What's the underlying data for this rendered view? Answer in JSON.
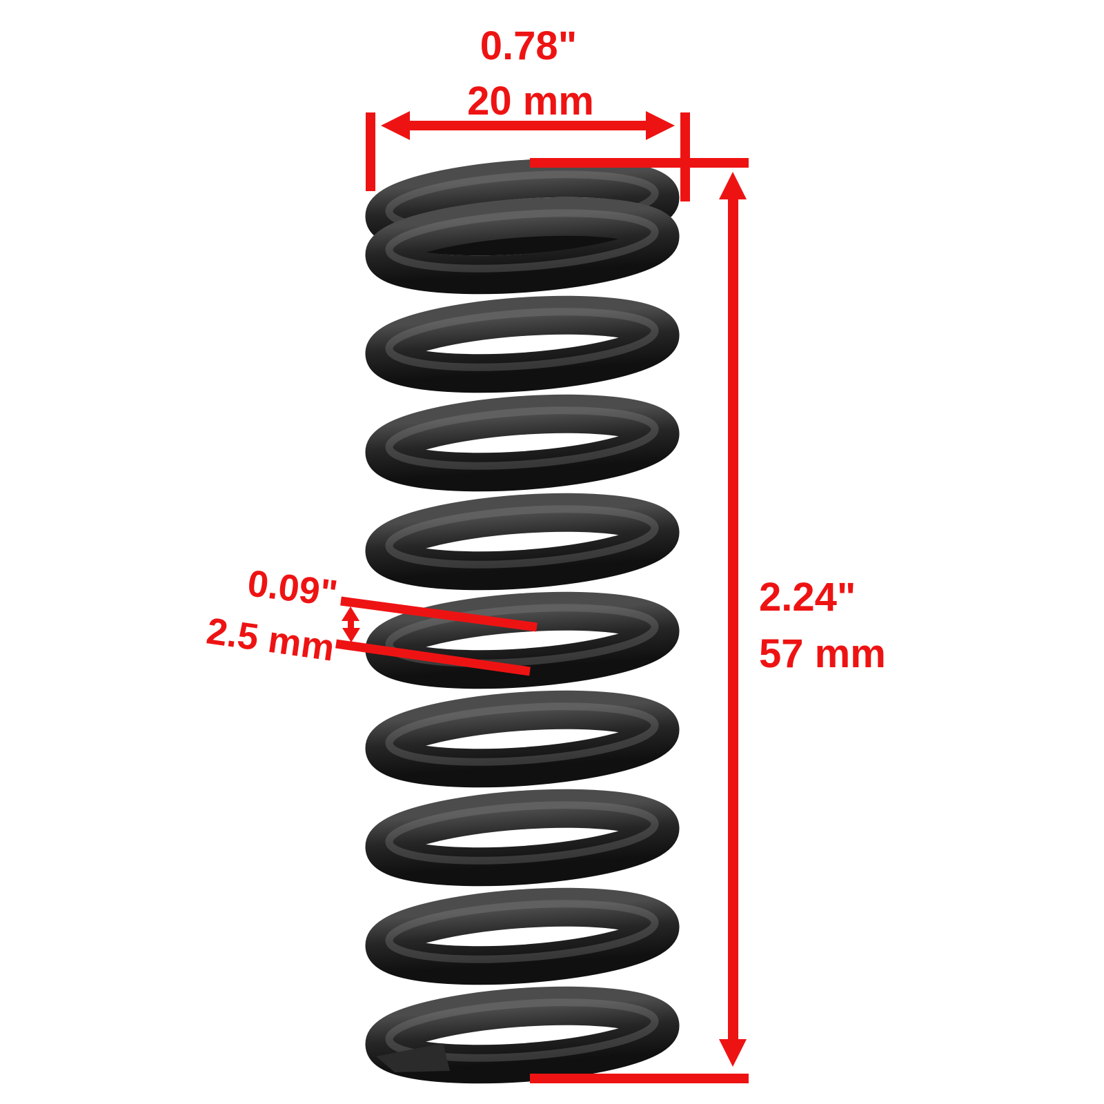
{
  "colors": {
    "accent_red": "#ee1313",
    "spring_dark": "#262626",
    "background": "#ffffff"
  },
  "dimensions": {
    "outer_diameter": {
      "inches": "0.78\"",
      "metric": "20 mm"
    },
    "wire_diameter": {
      "inches": "0.09\"",
      "metric": "2.5 mm"
    },
    "free_length": {
      "inches": "2.24\"",
      "metric": "57 mm"
    }
  }
}
